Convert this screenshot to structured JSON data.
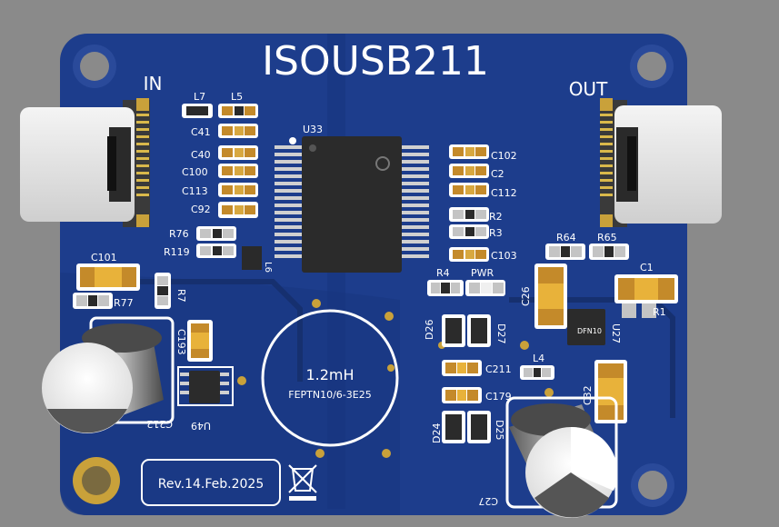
{
  "board": {
    "title": "ISOUSB211",
    "revision": "Rev.14.Feb.2025",
    "inductor_value": "1.2mH",
    "inductor_part": "FEPTN10/6-3E25",
    "in_label": "IN",
    "out_label": "OUT",
    "pwr_label": "PWR"
  },
  "refs": {
    "l7": "L7",
    "l5": "L5",
    "c41": "C41",
    "c40": "C40",
    "c100": "C100",
    "c113": "C113",
    "c92": "C92",
    "u33": "U33",
    "c102": "C102",
    "c2": "C2",
    "c112": "C112",
    "r2": "R2",
    "r3": "R3",
    "c103": "C103",
    "r76": "R76",
    "r119": "R119",
    "l6": "L6",
    "r64": "R64",
    "r65": "R65",
    "c1": "C1",
    "c101": "C101",
    "r7": "R7",
    "r77": "R77",
    "r4": "R4",
    "c26": "C26",
    "u27": "U27",
    "r1": "R1",
    "dfn10": "DFN10",
    "c193": "C193",
    "u49": "U49",
    "c212": "C212",
    "d26": "D26",
    "d27": "D27",
    "c211": "C211",
    "l4": "L4",
    "c179": "C179",
    "c32": "C32",
    "d24": "D24",
    "d25": "D25",
    "c27": "C27"
  },
  "colors": {
    "background": "#8a8a8a",
    "pcb": "#1d3d8c",
    "pcb_dark": "#16306f",
    "silkscreen": "#ffffff",
    "gold": "#c9a13a",
    "usb_shell": "#e8e8e8"
  },
  "icons": {
    "weee": "crossed-bin-icon"
  }
}
